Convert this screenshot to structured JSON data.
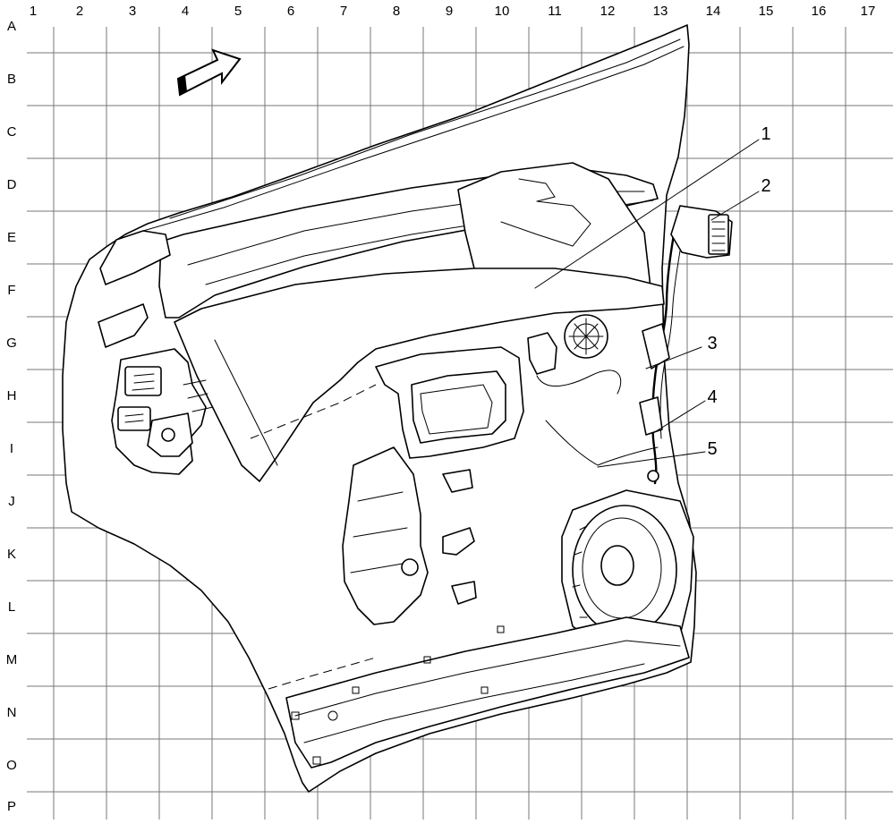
{
  "grid": {
    "columns": [
      "1",
      "2",
      "3",
      "4",
      "5",
      "6",
      "7",
      "8",
      "9",
      "10",
      "11",
      "12",
      "13",
      "14",
      "15",
      "16",
      "17"
    ],
    "rows": [
      "A",
      "B",
      "C",
      "D",
      "E",
      "F",
      "G",
      "H",
      "I",
      "J",
      "K",
      "L",
      "M",
      "N",
      "O",
      "P"
    ]
  },
  "callouts": [
    {
      "number": "1"
    },
    {
      "number": "2"
    },
    {
      "number": "3"
    },
    {
      "number": "4"
    },
    {
      "number": "5"
    }
  ]
}
